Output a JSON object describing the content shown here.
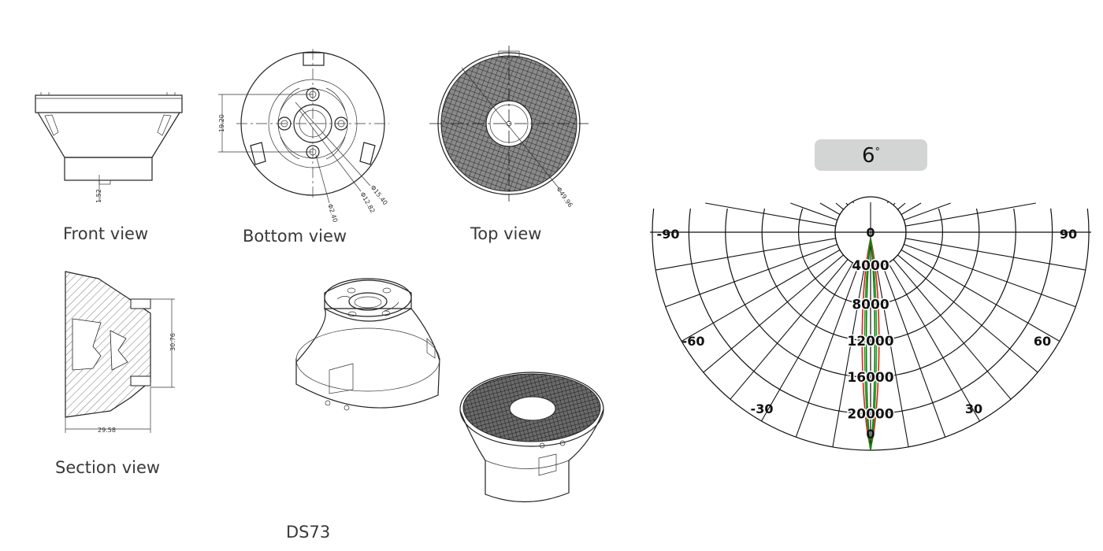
{
  "captions": {
    "front": "Front view",
    "bottom": "Bottom view",
    "top": "Top view",
    "section": "Section view",
    "model": "DS73"
  },
  "dimensions": {
    "front_height": "1.52",
    "bottom_offset": "19.20",
    "bottom_d1": "Φ15.40",
    "bottom_d2": "Φ12.82",
    "bottom_d3": "Φ2.40",
    "top_d": "Φ49.96",
    "section_height": "30.76",
    "section_width": "29.58"
  },
  "beam_angle": {
    "value": "6",
    "unit": "°"
  },
  "polar_chart": {
    "angle_labels": {
      "left90": "-90",
      "right90": "90",
      "left60": "-60",
      "right60": "60",
      "left30": "-30",
      "right30": "30",
      "top0": "0",
      "bottom0": "0"
    },
    "rings": [
      "4000",
      "8000",
      "12000",
      "16000",
      "20000"
    ],
    "curve_colors": [
      "#e02020",
      "#20a020",
      "#108010"
    ]
  }
}
